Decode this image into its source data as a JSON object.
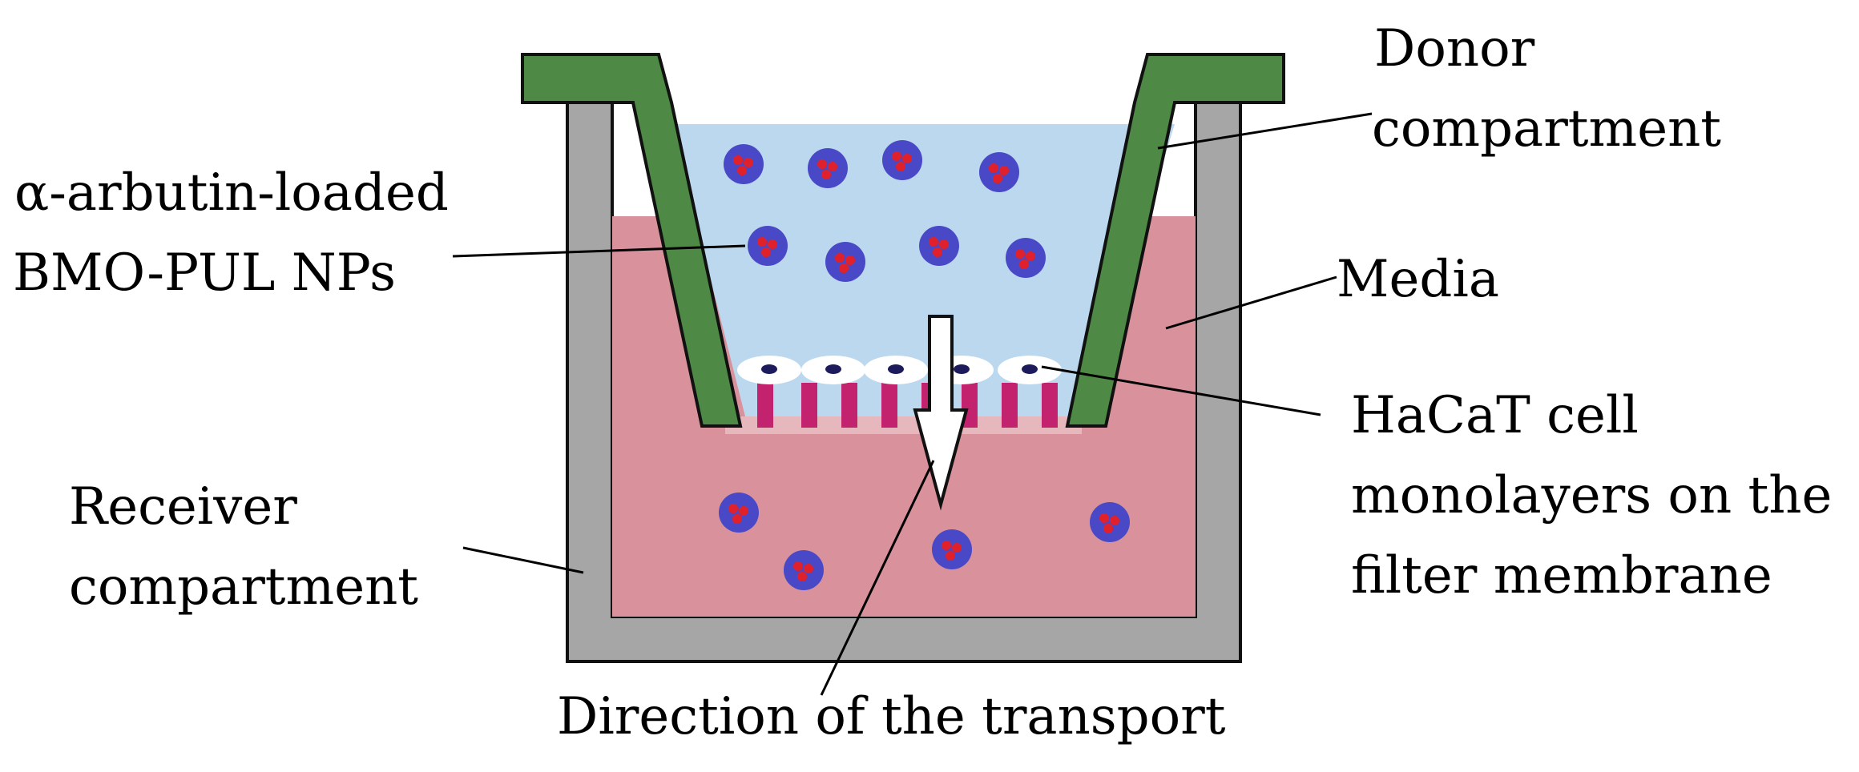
{
  "labels": {
    "donor_line1": "Donor",
    "donor_line2": "compartment",
    "np_line1": "α-arbutin-loaded",
    "np_line2": "BMO-PUL  NPs",
    "media": "Media",
    "hacat_line1": "HaCaT cell",
    "hacat_line2": "monolayers on the",
    "hacat_line3": "filter membrane",
    "receiver_line1": "Receiver",
    "receiver_line2": "compartment",
    "direction": "Direction of the transport"
  },
  "colors": {
    "outer_well": "#a6a6a6",
    "outer_well_stroke": "#111111",
    "insert": "#4e8a45",
    "insert_stroke": "#111111",
    "donor_fluid": "#bcd8ef",
    "media_fluid": "#d9929b",
    "cell_stripe": "#c3226f",
    "cell_body": "#ffffff",
    "cell_nucleus": "#1d1b5c",
    "nanoparticle": "#4949c8",
    "nanoparticle_core": "#e0202a",
    "arrow_fill": "#ffffff",
    "leader_line": "#000000"
  }
}
